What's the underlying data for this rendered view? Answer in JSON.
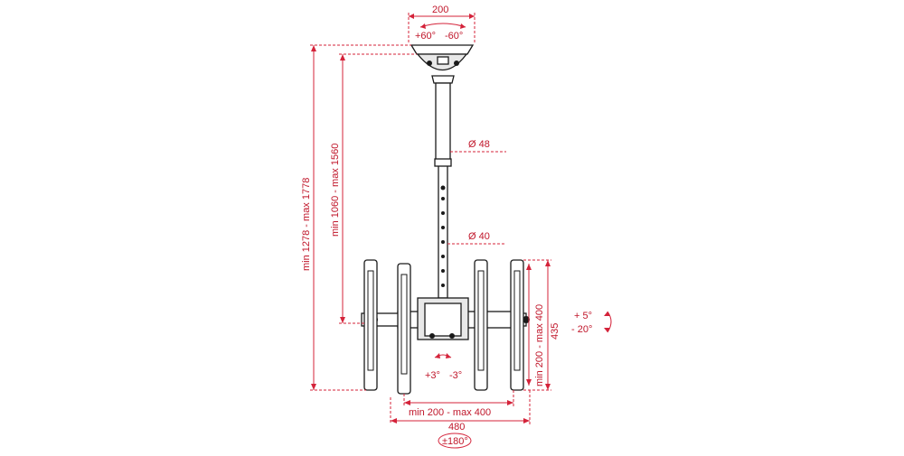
{
  "diagram": {
    "colors": {
      "dimension": "#d4233a",
      "outline": "#1a1a1a"
    },
    "labels": {
      "plate_width": "200",
      "tilt_top_pos": "+60°",
      "tilt_top_neg": "-60°",
      "total_height": "min 1278 - max 1778",
      "pole_height": "min 1060 - max 1560",
      "pole_dia_upper": "Ø 48",
      "pole_dia_lower": "Ø 40",
      "bracket_height": "min 200 - max 400",
      "overall_height": "435",
      "tilt_up": "+ 5°",
      "tilt_down": "- 20°",
      "roll_pos": "+3°",
      "roll_neg": "-3°",
      "bracket_width": "min 200 - max 400",
      "overall_width": "480",
      "rotation": "±180°"
    }
  }
}
